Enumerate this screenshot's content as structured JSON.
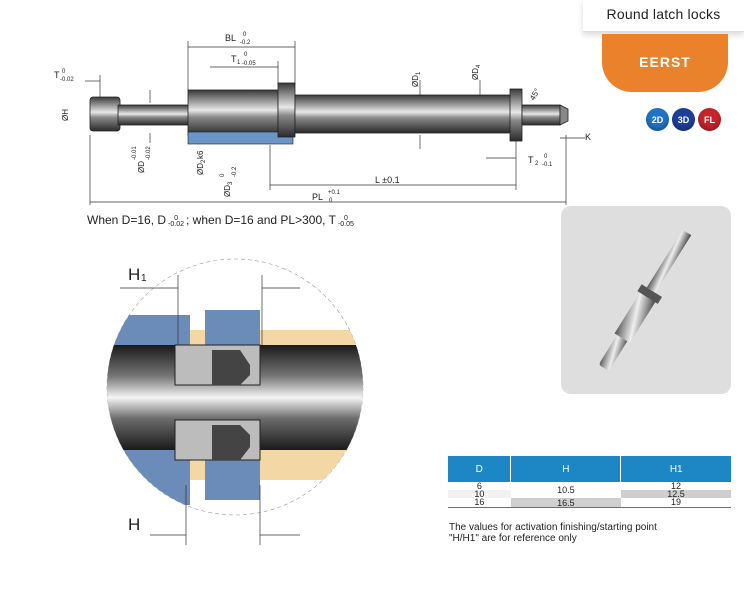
{
  "header": {
    "title": "Round latch locks",
    "code": "EERST",
    "badges": [
      {
        "label": "2D",
        "color": "#1e74c6",
        "icon": "cad-2d-badge-icon"
      },
      {
        "label": "3D",
        "color": "#1c3f9a",
        "icon": "cad-3d-badge-icon"
      },
      {
        "label": "FL",
        "color": "#c4242a",
        "icon": "flash-badge-icon"
      }
    ]
  },
  "drawing": {
    "labels": {
      "BL": "BL",
      "BL_tol_top": "0",
      "BL_tol_bot": "-0.2",
      "T1": "T",
      "T1_sub": "1",
      "T1_tol_top": "0",
      "T1_tol_bot": "-0.05",
      "T": "T",
      "T_tol_top": "0",
      "T_tol_bot": "-0.02",
      "H": "ØH",
      "D": "ØD",
      "D_tol_top": "-0.01",
      "D_tol_bot": "-0.02",
      "D1": "ØD",
      "D1_sub": "1",
      "D2": "ØD",
      "D2_sub": "2",
      "D2_tol": "k6",
      "D3": "ØD",
      "D3_sub": "3",
      "D3_tol_top": "0",
      "D3_tol_bot": "-0.2",
      "D4": "ØD",
      "D4_sub": "4",
      "angle": "45°",
      "K": "K",
      "T2": "T",
      "T2_sub": "2",
      "T2_tol_top": "0",
      "T2_tol_bot": "-0.1",
      "L": "L ±0.1",
      "PL": "PL",
      "PL_tol_top": "+0.1",
      "PL_tol_bot": "0"
    },
    "note": "When D=16,  D",
    "note_tol_top": "0",
    "note_tol_bot": "-0.02",
    "note_mid": ";  when D=16 and PL>300,  T",
    "note_tol2_top": "0",
    "note_tol2_bot": "-0.05"
  },
  "detail": {
    "H1": "H",
    "H1_sub": "1",
    "H": "H"
  },
  "table": {
    "headers": [
      "D",
      "H",
      "H1"
    ],
    "rows": [
      {
        "D": "6",
        "H": "10.5",
        "H1": "12"
      },
      {
        "D": "10",
        "H": "",
        "H1": "12.5"
      },
      {
        "D": "16",
        "H": "16.5",
        "H1": "19"
      }
    ]
  },
  "footnote": "The values for activation finishing/starting point \"H/H1\" are for reference only"
}
